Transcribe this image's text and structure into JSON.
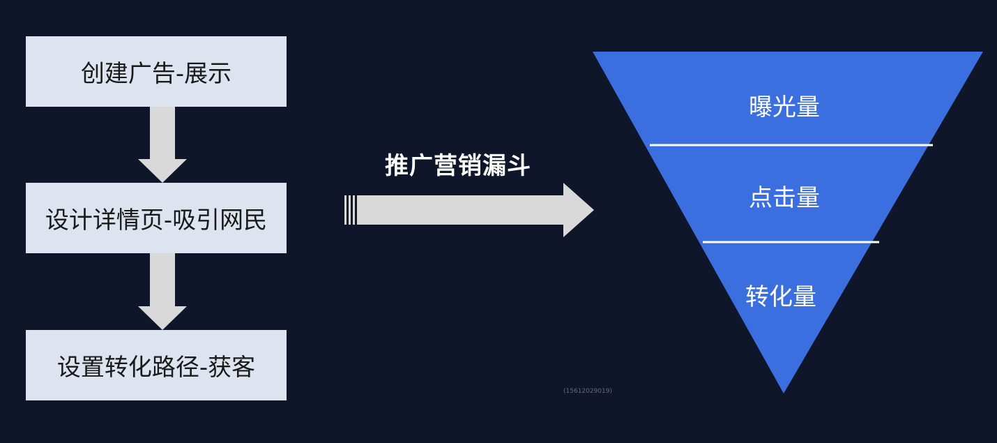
{
  "steps": [
    {
      "label": "创建广告-展示"
    },
    {
      "label": "设计详情页-吸引网民"
    },
    {
      "label": "设置转化路径-获客"
    }
  ],
  "funnel": {
    "title": "推广营销漏斗",
    "levels": [
      {
        "label": "曝光量"
      },
      {
        "label": "点击量"
      },
      {
        "label": "转化量"
      }
    ]
  },
  "watermark": "(15612029019)",
  "colors": {
    "background": "#0f1629",
    "step_box": "#dde4f0",
    "arrow": "#d9d9d9",
    "funnel": "#3b6fe0",
    "divider": "#ffffff"
  }
}
